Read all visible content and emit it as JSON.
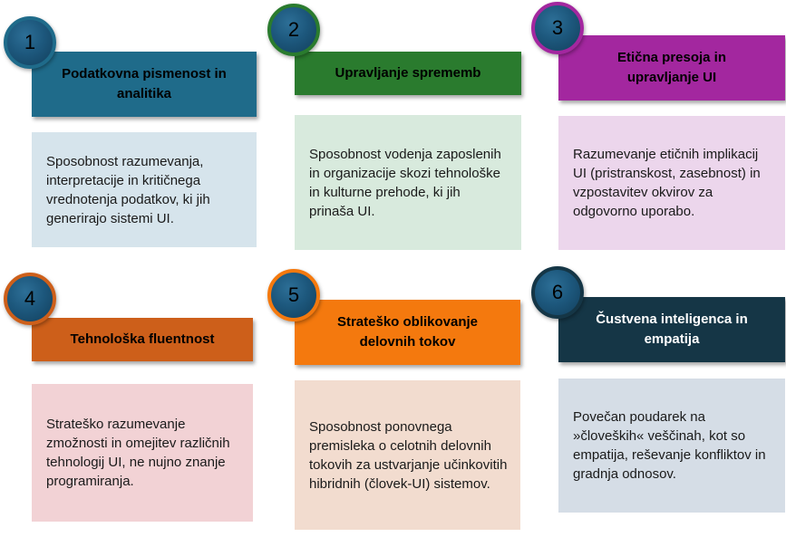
{
  "colors": {
    "card1_header": "#1f6b8a",
    "card1_body": "#d6e4ec",
    "card1_ring": "#1f6b8a",
    "card2_header": "#2a7b2e",
    "card2_body": "#d8eadd",
    "card2_ring": "#2a7b2e",
    "card3_header": "#a3279f",
    "card3_body": "#ecd6ec",
    "card3_ring": "#a3279f",
    "card4_header": "#cd5f1a",
    "card4_body": "#f2d2d5",
    "card4_ring": "#cd5f1a",
    "card5_header": "#f4790e",
    "card5_body": "#f2dccf",
    "card5_ring": "#f4790e",
    "card6_header": "#153646",
    "card6_body": "#d5dde6",
    "card6_ring": "#153646",
    "number_circle": "#1d587d"
  },
  "cards": [
    {
      "number": "1",
      "title": "Podatkovna pismenost in analitika",
      "text": "Sposobnost razumevanja, interpretacije in kritičnega vrednotenja podatkov, ki jih generirajo sistemi UI."
    },
    {
      "number": "2",
      "title": "Upravljanje sprememb",
      "text": "Sposobnost vodenja zaposlenih in organizacije skozi tehnološke in kulturne prehode, ki jih prinaša UI."
    },
    {
      "number": "3",
      "title": "Etična presoja in upravljanje UI",
      "text": "Razumevanje etičnih implikacij UI (pristranskost, zasebnost) in vzpostavitev okvirov za odgovorno uporabo."
    },
    {
      "number": "4",
      "title": "Tehnološka fluentnost",
      "text": "Strateško razumevanje zmožnosti in omejitev različnih tehnologij UI, ne nujno znanje programiranja."
    },
    {
      "number": "5",
      "title": "Strateško oblikovanje delovnih tokov",
      "text": "Sposobnost ponovnega premisleka o celotnih delovnih tokovih za ustvarjanje učinkovitih hibridnih (človek-UI) sistemov."
    },
    {
      "number": "6",
      "title": "Čustvena inteligenca in empatija",
      "text": "Povečan poudarek na »človeških« veščinah, kot so empatija, reševanje konfliktov in gradnja odnosov."
    }
  ]
}
